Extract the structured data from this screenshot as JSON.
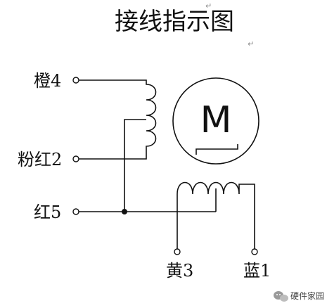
{
  "title": "接线指示图",
  "motor": {
    "symbol": "M"
  },
  "terminals": {
    "orange": "橙4",
    "pink": "粉红2",
    "red": "红5",
    "yellow": "黄3",
    "blue": "蓝1"
  },
  "watermark": {
    "text": "硬件家园",
    "icon": "wechat-logo-icon"
  },
  "marks": {
    "paragraph_mark": "↵"
  }
}
